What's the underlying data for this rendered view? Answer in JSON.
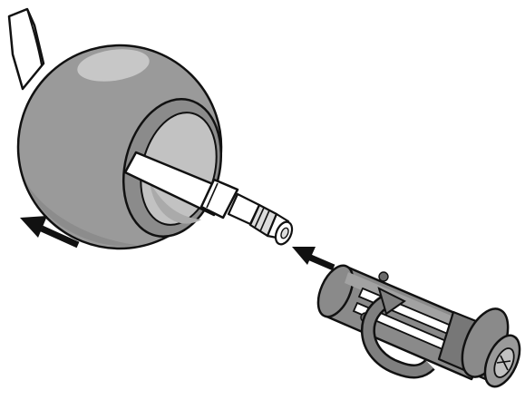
{
  "diagram": {
    "palette": {
      "background": "#ffffff",
      "outline": "#111111",
      "ball_body": "#9a9a9a",
      "ball_shadow": "#7c7c7c",
      "ball_highlight": "#c7c7c7",
      "opening_interior": "#c2c2c2",
      "opening_rim": "#8b8b8b",
      "rod": "#ffffff",
      "rod_shadow": "#dcdcdc",
      "tool_body": "#8a8a8a",
      "tool_dark": "#6a6a6a",
      "tool_slot": "#ffffff",
      "arrow": "#111111",
      "rotation_arrow": "#7f7f7f"
    },
    "parts": {
      "cable_icon": "cable",
      "ball_icon": "spherical-housing",
      "rod_icon": "shaft-with-threaded-tip",
      "tool_icon": "slotted-sleeve-tool",
      "push_arrows": [
        "arrow-left",
        "arrow-left"
      ],
      "rotation_arrow_icon": "curved-rotation-arrow"
    }
  }
}
